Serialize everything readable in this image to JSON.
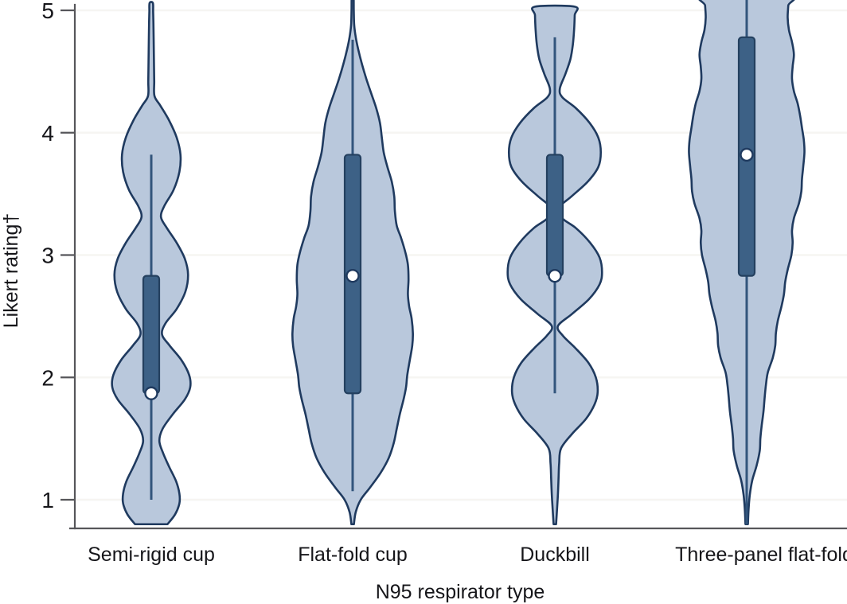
{
  "chart_data": {
    "type": "violin",
    "title": "",
    "xlabel": "N95 respirator type",
    "ylabel": "Likert rating†",
    "categories": [
      "Semi-rigid cup",
      "Flat-fold cup",
      "Duckbill",
      "Three-panel flat-fold"
    ],
    "ylim": [
      0.78,
      5.12
    ],
    "yticks": [
      1,
      2,
      3,
      4,
      5
    ],
    "ytick_labels": [
      "1",
      "2",
      "3",
      "4",
      "5"
    ],
    "grid": "horizontal-faint",
    "legend": "none",
    "colors": {
      "violin_fill": "#b9c8dc",
      "violin_outline": "#1f3a5f",
      "box_fill": "#3d6186",
      "box_outline": "#24405f",
      "median_dot": "#ffffff",
      "whisker": "#32557c",
      "axis": "#56565a",
      "gridline": "#f6f5f2",
      "text": "#16161a",
      "background": "#ffffff"
    },
    "series": [
      {
        "name": "Semi-rigid cup",
        "median": 1.87,
        "q1": 1.87,
        "q3": 2.83,
        "whisker_low": 1.0,
        "whisker_high": 3.82,
        "modes": [
          1.0,
          1.87,
          2.83,
          3.82,
          4.95
        ],
        "density": [
          [
            0.8,
            0.3
          ],
          [
            0.88,
            0.44
          ],
          [
            0.97,
            0.52
          ],
          [
            1.05,
            0.52
          ],
          [
            1.15,
            0.46
          ],
          [
            1.27,
            0.33
          ],
          [
            1.38,
            0.22
          ],
          [
            1.48,
            0.15
          ],
          [
            1.58,
            0.21
          ],
          [
            1.7,
            0.4
          ],
          [
            1.82,
            0.62
          ],
          [
            1.92,
            0.72
          ],
          [
            2.02,
            0.7
          ],
          [
            2.14,
            0.56
          ],
          [
            2.26,
            0.34
          ],
          [
            2.35,
            0.2
          ],
          [
            2.44,
            0.26
          ],
          [
            2.56,
            0.47
          ],
          [
            2.7,
            0.63
          ],
          [
            2.84,
            0.68
          ],
          [
            2.97,
            0.62
          ],
          [
            3.1,
            0.47
          ],
          [
            3.22,
            0.29
          ],
          [
            3.31,
            0.18
          ],
          [
            3.4,
            0.24
          ],
          [
            3.53,
            0.41
          ],
          [
            3.68,
            0.52
          ],
          [
            3.82,
            0.54
          ],
          [
            3.96,
            0.47
          ],
          [
            4.1,
            0.33
          ],
          [
            4.22,
            0.17
          ],
          [
            4.3,
            0.06
          ],
          [
            4.42,
            0.055
          ],
          [
            4.58,
            0.05
          ],
          [
            4.75,
            0.045
          ],
          [
            4.9,
            0.04
          ],
          [
            4.99,
            0.035
          ],
          [
            5.06,
            0.03
          ]
        ]
      },
      {
        "name": "Flat-fold cup",
        "median": 2.83,
        "q1": 1.87,
        "q3": 3.82,
        "whisker_low": 1.07,
        "whisker_high": 4.76,
        "modes": [
          2.35,
          2.83
        ],
        "density": [
          [
            0.8,
            0.02
          ],
          [
            0.9,
            0.05
          ],
          [
            1.0,
            0.13
          ],
          [
            1.1,
            0.28
          ],
          [
            1.22,
            0.45
          ],
          [
            1.34,
            0.58
          ],
          [
            1.46,
            0.66
          ],
          [
            1.58,
            0.71
          ],
          [
            1.7,
            0.76
          ],
          [
            1.82,
            0.82
          ],
          [
            1.92,
            0.86
          ],
          [
            2.02,
            0.88
          ],
          [
            2.14,
            0.92
          ],
          [
            2.26,
            0.96
          ],
          [
            2.36,
            0.97
          ],
          [
            2.48,
            0.95
          ],
          [
            2.58,
            0.91
          ],
          [
            2.68,
            0.89
          ],
          [
            2.8,
            0.9
          ],
          [
            2.92,
            0.89
          ],
          [
            3.02,
            0.85
          ],
          [
            3.14,
            0.78
          ],
          [
            3.24,
            0.71
          ],
          [
            3.36,
            0.68
          ],
          [
            3.48,
            0.67
          ],
          [
            3.6,
            0.63
          ],
          [
            3.72,
            0.56
          ],
          [
            3.84,
            0.5
          ],
          [
            3.96,
            0.47
          ],
          [
            4.08,
            0.44
          ],
          [
            4.2,
            0.38
          ],
          [
            4.32,
            0.3
          ],
          [
            4.44,
            0.22
          ],
          [
            4.56,
            0.15
          ],
          [
            4.68,
            0.09
          ],
          [
            4.78,
            0.05
          ],
          [
            4.88,
            0.025
          ],
          [
            5.0,
            0.018
          ],
          [
            5.12,
            0.014
          ]
        ]
      },
      {
        "name": "Duckbill",
        "median": 2.83,
        "q1": 2.83,
        "q3": 3.82,
        "whisker_low": 1.87,
        "whisker_high": 4.78,
        "modes": [
          1.87,
          2.83,
          3.82,
          5.0
        ],
        "density": [
          [
            0.8,
            0.02
          ],
          [
            0.92,
            0.035
          ],
          [
            1.05,
            0.05
          ],
          [
            1.18,
            0.06
          ],
          [
            1.3,
            0.07
          ],
          [
            1.42,
            0.1
          ],
          [
            1.54,
            0.28
          ],
          [
            1.66,
            0.5
          ],
          [
            1.78,
            0.64
          ],
          [
            1.88,
            0.69
          ],
          [
            2.0,
            0.66
          ],
          [
            2.12,
            0.54
          ],
          [
            2.24,
            0.33
          ],
          [
            2.34,
            0.13
          ],
          [
            2.42,
            0.05
          ],
          [
            2.52,
            0.28
          ],
          [
            2.64,
            0.55
          ],
          [
            2.76,
            0.72
          ],
          [
            2.86,
            0.76
          ],
          [
            2.98,
            0.72
          ],
          [
            3.1,
            0.57
          ],
          [
            3.22,
            0.34
          ],
          [
            3.3,
            0.12
          ],
          [
            3.38,
            0.05
          ],
          [
            3.48,
            0.27
          ],
          [
            3.6,
            0.53
          ],
          [
            3.72,
            0.7
          ],
          [
            3.84,
            0.74
          ],
          [
            3.96,
            0.7
          ],
          [
            4.08,
            0.56
          ],
          [
            4.2,
            0.34
          ],
          [
            4.29,
            0.12
          ],
          [
            4.36,
            0.08
          ],
          [
            4.48,
            0.17
          ],
          [
            4.6,
            0.25
          ],
          [
            4.72,
            0.29
          ],
          [
            4.84,
            0.31
          ],
          [
            4.96,
            0.32
          ],
          [
            5.03,
            0.32
          ]
        ]
      },
      {
        "name": "Three-panel flat-fold",
        "median": 3.82,
        "q1": 2.83,
        "q3": 4.78,
        "whisker_low": 0.8,
        "whisker_high": 5.12,
        "modes": [
          3.82,
          4.6
        ],
        "density": [
          [
            0.8,
            0.02
          ],
          [
            0.92,
            0.03
          ],
          [
            1.04,
            0.05
          ],
          [
            1.16,
            0.09
          ],
          [
            1.28,
            0.16
          ],
          [
            1.4,
            0.21
          ],
          [
            1.5,
            0.22
          ],
          [
            1.6,
            0.24
          ],
          [
            1.72,
            0.27
          ],
          [
            1.84,
            0.29
          ],
          [
            1.94,
            0.31
          ],
          [
            2.04,
            0.34
          ],
          [
            2.16,
            0.42
          ],
          [
            2.26,
            0.46
          ],
          [
            2.36,
            0.47
          ],
          [
            2.46,
            0.5
          ],
          [
            2.58,
            0.56
          ],
          [
            2.68,
            0.6
          ],
          [
            2.78,
            0.62
          ],
          [
            2.88,
            0.66
          ],
          [
            3.0,
            0.72
          ],
          [
            3.1,
            0.74
          ],
          [
            3.2,
            0.73
          ],
          [
            3.3,
            0.76
          ],
          [
            3.42,
            0.84
          ],
          [
            3.52,
            0.88
          ],
          [
            3.62,
            0.89
          ],
          [
            3.72,
            0.91
          ],
          [
            3.84,
            0.93
          ],
          [
            3.94,
            0.92
          ],
          [
            4.04,
            0.89
          ],
          [
            4.14,
            0.86
          ],
          [
            4.24,
            0.82
          ],
          [
            4.34,
            0.76
          ],
          [
            4.44,
            0.73
          ],
          [
            4.54,
            0.74
          ],
          [
            4.64,
            0.76
          ],
          [
            4.74,
            0.73
          ],
          [
            4.84,
            0.68
          ],
          [
            4.94,
            0.66
          ],
          [
            5.04,
            0.67
          ],
          [
            5.12,
            0.68
          ]
        ]
      }
    ]
  },
  "axes": {
    "y_title": "Likert rating†",
    "x_title": "N95 respirator type",
    "y_tick_labels": [
      "5",
      "4",
      "3",
      "2",
      "1"
    ],
    "x_tick_labels": [
      "Semi-rigid cup",
      "Flat-fold cup",
      "Duckbill",
      "Three-panel flat-fold"
    ]
  }
}
